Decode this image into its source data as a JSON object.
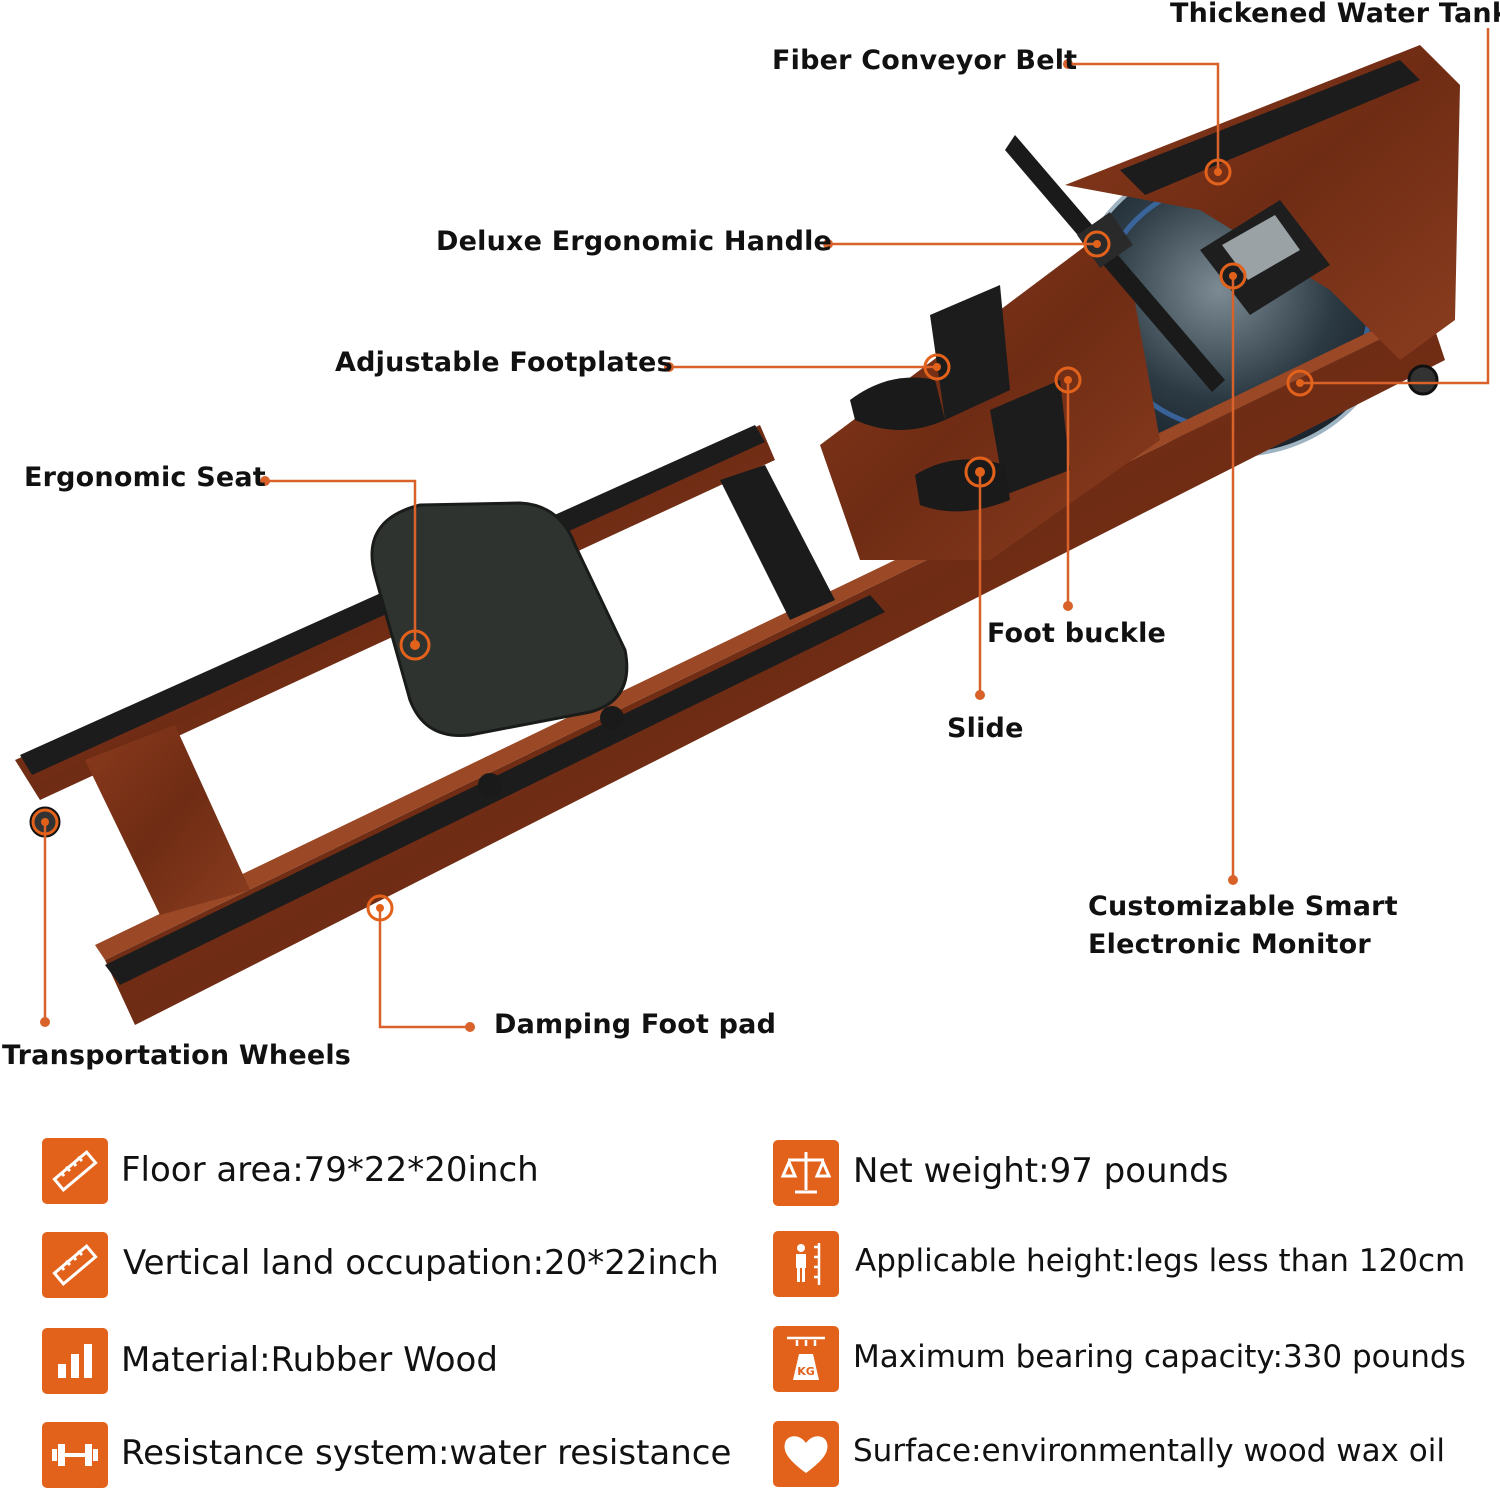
{
  "callouts": {
    "water_tank": "Thickened Water Tank",
    "conveyor_belt": "Fiber Conveyor Belt",
    "handle": "Deluxe Ergonomic Handle",
    "footplates": "Adjustable Footplates",
    "seat": "Ergonomic Seat",
    "foot_buckle": "Foot buckle",
    "slide": "Slide",
    "monitor_line1": "Customizable Smart",
    "monitor_line2": "Electronic Monitor",
    "foot_pad": "Damping Foot pad",
    "wheels": "Transportation Wheels"
  },
  "specs": [
    {
      "icon": "ruler-icon",
      "text": "Floor area:79*22*20inch"
    },
    {
      "icon": "ruler-icon",
      "text": "Vertical land occupation:20*22inch"
    },
    {
      "icon": "bar-chart-icon",
      "text": "Material:Rubber Wood"
    },
    {
      "icon": "dumbbell-icon",
      "text": "Resistance system:water resistance"
    },
    {
      "icon": "scale-icon",
      "text": "Net weight:97 pounds"
    },
    {
      "icon": "height-icon",
      "text": "Applicable height:legs less than 120cm"
    },
    {
      "icon": "kg-weight-icon",
      "text": "Maximum bearing capacity:330 pounds"
    },
    {
      "icon": "heart-icon",
      "text": "Surface:environmentally wood wax oil"
    }
  ],
  "colors": {
    "accent": "#e2621b",
    "wood": "#7a3318",
    "rail": "#1c1c1c"
  },
  "icon_text": {
    "kg": "KG"
  }
}
